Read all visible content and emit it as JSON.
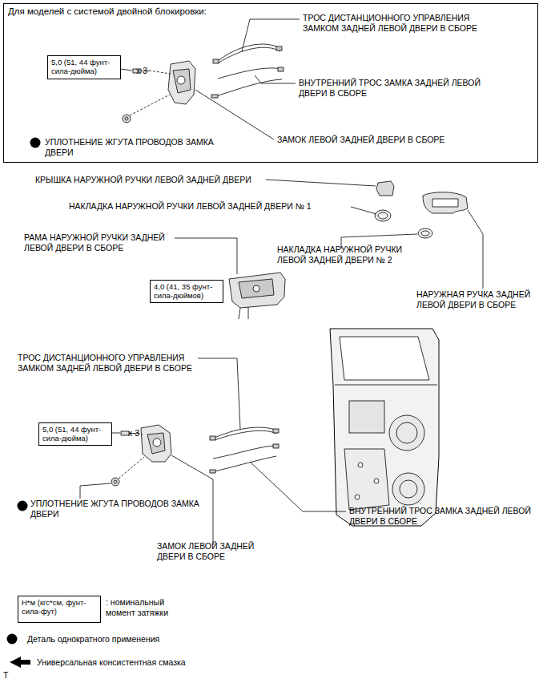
{
  "diagram": {
    "nodes": [
      {
        "text": [
          "Для моделей с системой двойной блокировки:"
        ]
      },
      {
        "text": [
          "5,0 (51, 44 фунт-сила-дюйма)"
        ],
        "in": 0
      },
      {
        "text": [
          "4,0 (41, 35 фунт-сила-дюймов)"
        ]
      },
      {
        "text": [
          "5,0 (51, 44 фунт-сила-дюйма)"
        ]
      },
      {
        "text": [
          "Н*м (кгс*см, фунт-сила-фут)"
        ]
      }
    ],
    "edges": [],
    "labels": [
      "ТРОС ДИСТАНЦИОННОГО УПРАВЛЕНИЯ ЗАМКОМ ЗАДНЕЙ ЛЕВОЙ ДВЕРИ В СБОРЕ",
      "x 3",
      "ВНУТРЕННИЙ ТРОС ЗАМКА ЗАДНЕЙ ЛЕВОЙ ДВЕРИ В СБОРЕ",
      "УПЛОТНЕНИЕ ЖГУТА ПРОВОДОВ ЗАМКА ДВЕРИ",
      "ЗАМОК ЛЕВОЙ ЗАДНЕЙ ДВЕРИ В СБОРЕ",
      "КРЫШКА НАРУЖНОЙ РУЧКИ ЛЕВОЙ ЗАДНЕЙ ДВЕРИ",
      "НАКЛАДКА НАРУЖНОЙ РУЧКИ ЛЕВОЙ ЗАДНЕЙ ДВЕРИ № 1",
      "РАМА НАРУЖНОЙ РУЧКИ ЗАДНЕЙ ЛЕВОЙ ДВЕРИ В СБОРЕ",
      "НАКЛАДКА НАРУЖНОЙ РУЧКИ ЛЕВОЙ ЗАДНЕЙ ДВЕРИ № 2",
      "НАРУЖНАЯ РУЧКА ЗАДНЕЙ ЛЕВОЙ ДВЕРИ В СБОРЕ",
      "ТРОС ДИСТАНЦИОННОГО УПРАВЛЕНИЯ ЗАМКОМ ЗАДНЕЙ ЛЕВОЙ ДВЕРИ В СБОРЕ",
      "x 3",
      "УПЛОТНЕНИЕ ЖГУТА ПРОВОДОВ ЗАМКА ДВЕРИ",
      "ВНУТРЕННИЙ ТРОС ЗАМКА ЗАДНЕЙ ЛЕВОЙ ДВЕРИ В СБОРЕ",
      "ЗАМОК ЛЕВОЙ ЗАДНЕЙ ДВЕРИ В СБОРЕ",
      "T"
    ],
    "legend": [
      {
        "text": ": номинальный момент затяжки"
      },
      {
        "text": "Деталь однократного применения"
      },
      {
        "text": "Универсальная консистентная смазка"
      }
    ]
  }
}
